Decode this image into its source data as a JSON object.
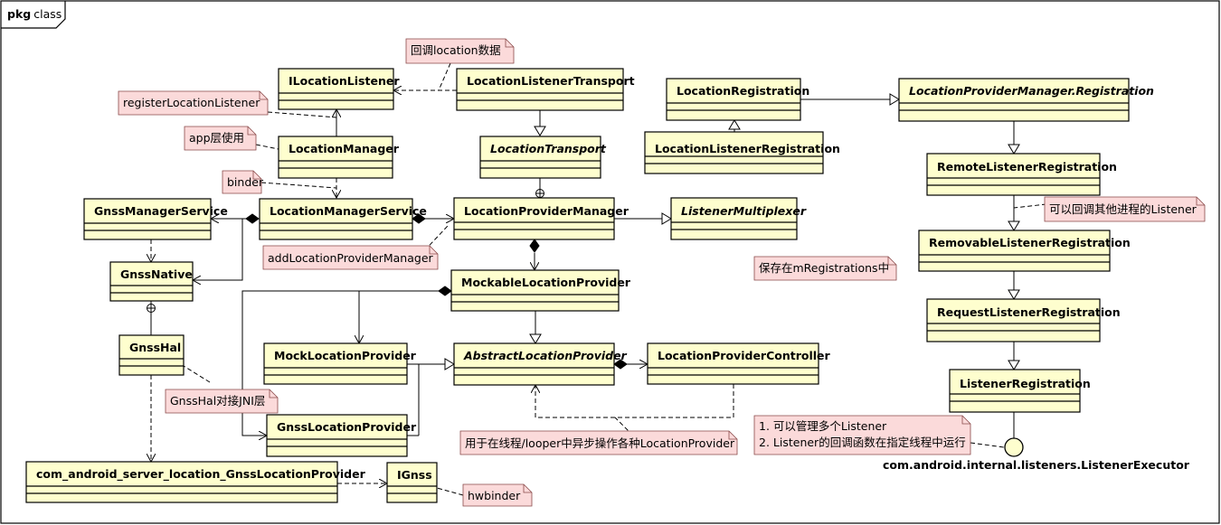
{
  "package": {
    "keyword": "pkg",
    "name": "class"
  },
  "classes": {
    "ilocationlistener": "ILocationListener",
    "locationlistenertransport": "LocationListenerTransport",
    "locationmanager": "LocationManager",
    "locationtransport": "LocationTransport",
    "gnssmanagerservice": "GnssManagerService",
    "locationmanagerservice": "LocationManagerService",
    "locationprovidermanager": "LocationProviderManager",
    "listenermultiplexer": "ListenerMultiplexer",
    "gnssnative": "GnssNative",
    "mockablelocationprovider": "MockableLocationProvider",
    "gnsshal": "GnssHal",
    "mocklocationprovider": "MockLocationProvider",
    "abstractlocationprovider": "AbstractLocationProvider",
    "locationprovidercontroller": "LocationProviderController",
    "gnsslocationprovider": "GnssLocationProvider",
    "jni_gnsslocationprovider": "com_android_server_location_GnssLocationProvider",
    "ignss": "IGnss",
    "locationregistration": "LocationRegistration",
    "locationlistenerregistration": "LocationListenerRegistration",
    "lpm_registration": "LocationProviderManager.Registration",
    "remotelistenerregistration": "RemoteListenerRegistration",
    "removablelistenerregistration": "RemovableListenerRegistration",
    "requestlistenerregistration": "RequestListenerRegistration",
    "listenerregistration": "ListenerRegistration"
  },
  "interface_label": "com.android.internal.listeners.ListenerExecutor",
  "notes": {
    "callback_location": "回调location数据",
    "register_listener": "registerLocationListener",
    "app_layer": "app层使用",
    "binder": "binder",
    "add_provider_manager": "addLocationProviderManager",
    "gnsshal_jni": "GnssHal对接JNI层",
    "thread_looper": "用于在线程/looper中异步操作各种LocationProvider",
    "hwbinder": "hwbinder",
    "remote_listener": "可以回调其他进程的Listener",
    "save_registrations": "保存在mRegistrations中",
    "executor_line1": "1. 可以管理多个Listener",
    "executor_line2": "2. Listener的回调函数在指定线程中运行"
  }
}
